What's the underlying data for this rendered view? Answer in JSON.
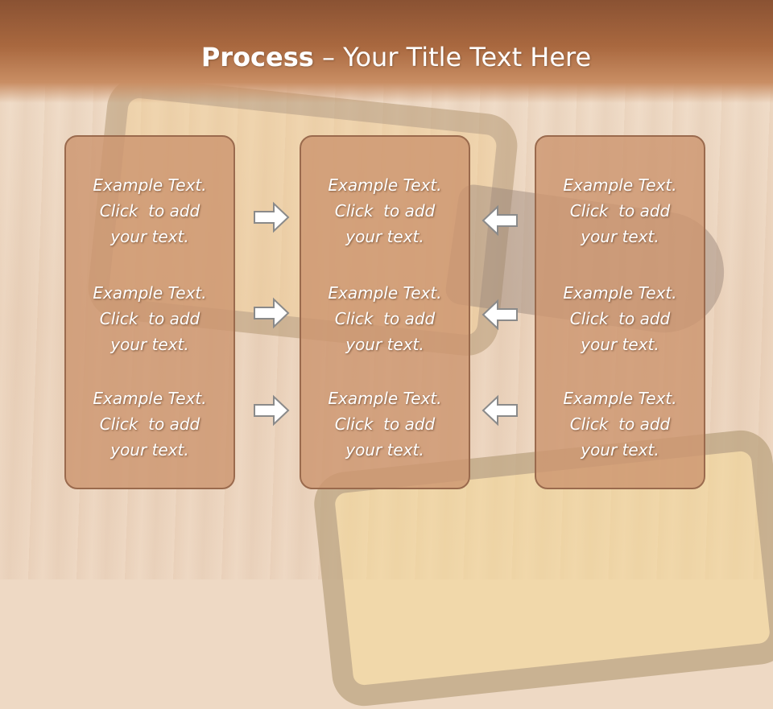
{
  "slide": {
    "title_bold": "Process",
    "title_rest": " – Your Title Text Here"
  },
  "columns": [
    {
      "blocks": [
        [
          "Example Text.",
          "Click  to add",
          "your text."
        ],
        [
          "Example Text.",
          "Click  to add",
          "your text."
        ],
        [
          "Example Text.",
          "Click  to add",
          "your text."
        ]
      ]
    },
    {
      "blocks": [
        [
          "Example Text.",
          "Click  to add",
          "your text."
        ],
        [
          "Example Text.",
          "Click  to add",
          "your text."
        ],
        [
          "Example Text.",
          "Click  to add",
          "your text."
        ]
      ]
    },
    {
      "blocks": [
        [
          "Example Text.",
          "Click  to add",
          "your text."
        ],
        [
          "Example Text.",
          "Click  to add",
          "your text."
        ],
        [
          "Example Text.",
          "Click  to add",
          "your text."
        ]
      ]
    }
  ],
  "arrows": {
    "left_group": "right-arrow-icon",
    "right_group": "left-arrow-icon"
  },
  "colors": {
    "header": "#a9683f",
    "panel_fill": "#cd9670",
    "panel_border": "#9a6a4d",
    "arrow_fill": "#ffffff",
    "arrow_stroke": "#8a8a8a"
  }
}
